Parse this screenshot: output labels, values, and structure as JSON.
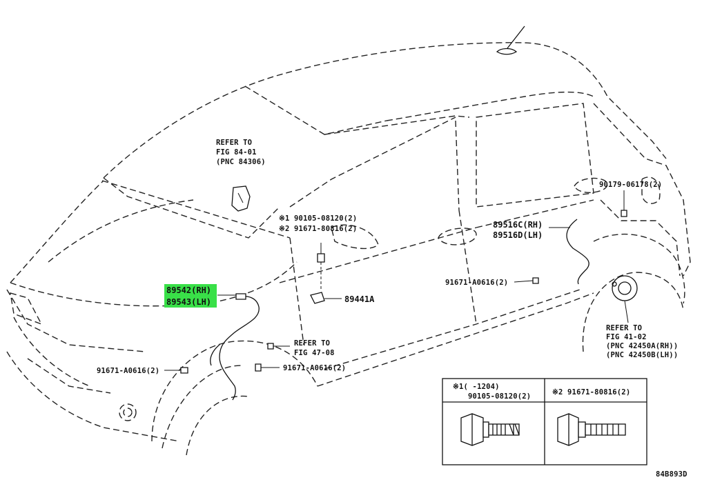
{
  "diagram": {
    "code": "84B893D",
    "labels": {
      "refer_84": [
        "REFER TO",
        "FIG 84-01",
        "(PNC 84306)"
      ],
      "bolt_90105": "※1 90105-08120(2)",
      "bolt_91671_808": "※2 91671-80816(2)",
      "part_89516c": "89516C(RH)",
      "part_89516d": "89516D(LH)",
      "part_90179": "90179-06178(2)",
      "part_91671_a_rear": "91671-A0616(2)",
      "part_89441": "89441A",
      "part_89542": "89542(RH)",
      "part_89543": "89543(LH)",
      "refer_47": [
        "REFER TO",
        "FIG 47-08"
      ],
      "part_91671_a_front_left": "91671-A0616(2)",
      "part_91671_a_front_mid": "91671-A0616(2)",
      "refer_41": [
        "REFER TO",
        "FIG 41-02",
        "(PNC 42450A(RH))",
        "(PNC 42450B(LH))"
      ]
    },
    "legend": {
      "left_head": "※1(    -1204)",
      "left_part": "90105-08120(2)",
      "right_head": "※2 91671-80816(2)"
    },
    "colors": {
      "highlight": "#39e048"
    }
  }
}
